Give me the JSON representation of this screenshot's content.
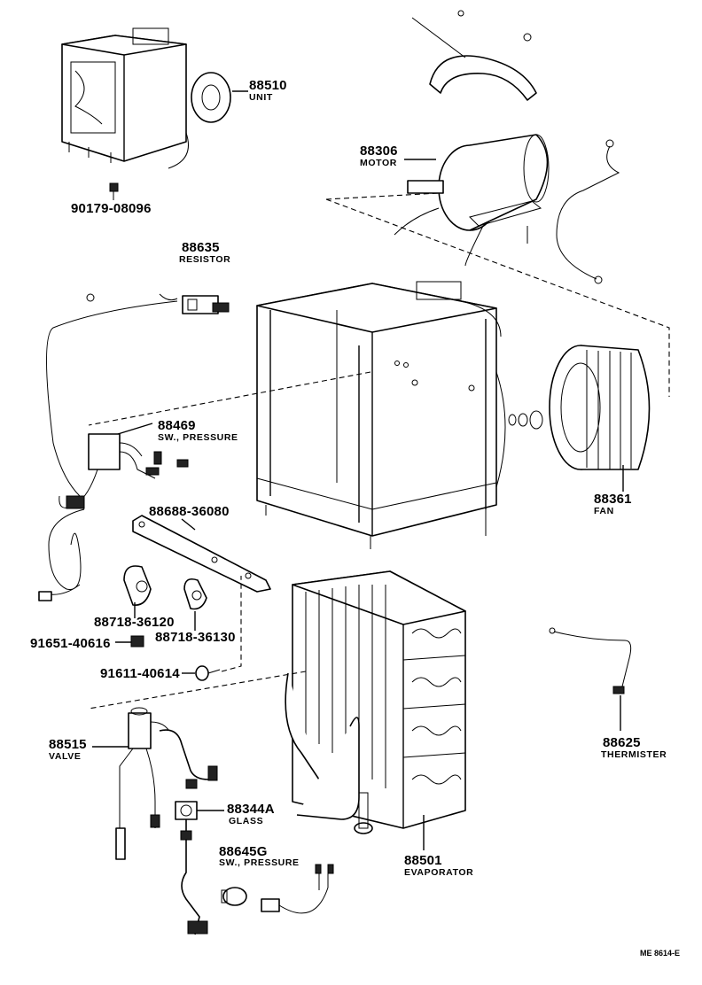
{
  "labels": {
    "unit": {
      "number": "88510",
      "caption": "UNIT"
    },
    "bolt_unit": {
      "number": "90179-08096"
    },
    "motor": {
      "number": "88306",
      "caption": "MOTOR"
    },
    "resistor": {
      "number": "88635",
      "caption": "RESISTOR"
    },
    "sw_pressure": {
      "number": "88469",
      "caption": "SW., PRESSURE"
    },
    "bracket": {
      "number": "88688-36080"
    },
    "fan": {
      "number": "88361",
      "caption": "FAN"
    },
    "clamp_a": {
      "number": "88718-36120"
    },
    "clamp_b": {
      "number": "88718-36130"
    },
    "bolt_a": {
      "number": "91651-40616"
    },
    "bolt_b": {
      "number": "91611-40614"
    },
    "valve": {
      "number": "88515",
      "caption": "VALVE"
    },
    "thermister": {
      "number": "88625",
      "caption": "THERMISTER"
    },
    "glass": {
      "number": "88344A",
      "caption": "GLASS"
    },
    "sw_pressure_g": {
      "number": "88645G",
      "caption": "SW., PRESSURE"
    },
    "evaporator": {
      "number": "88501",
      "caption": "EVAPORATOR"
    }
  },
  "footer": {
    "code": "ME 8614-E"
  }
}
